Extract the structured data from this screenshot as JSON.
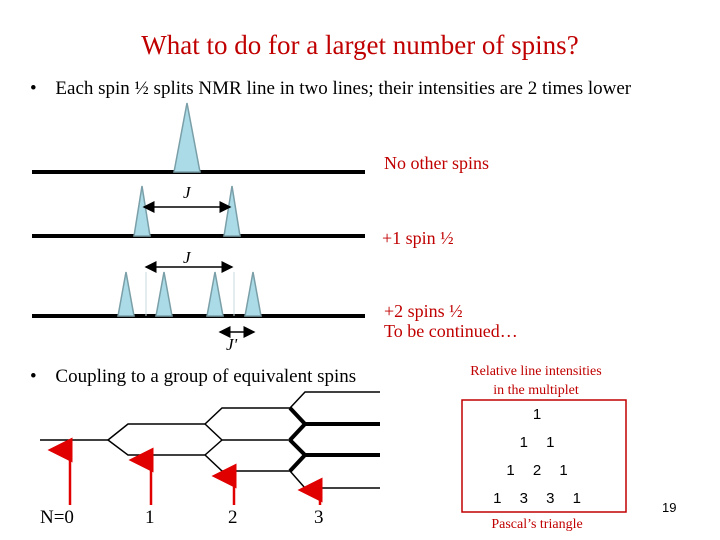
{
  "title": "What to do for a larget number of spins?",
  "bullets": [
    "Each spin ½ splits NMR line in two lines; their intensities are 2 times lower",
    "Coupling to a group of equivalent spins"
  ],
  "bullet_symbol": "•",
  "levels": {
    "no_other_spins": "No other spins",
    "one_spin": "+1 spin ½",
    "two_spins": "+2 spins ½",
    "to_be_continued": "To be continued…",
    "j_label_1": "J",
    "j_label_2": "J",
    "j_label_3": "J'"
  },
  "pascal": {
    "heading_line1": "Relative line intensities",
    "heading_line2": "in the multiplet",
    "rows": [
      "1",
      "1 1",
      "1 2 1",
      "1 3 3 1"
    ],
    "caption": "Pascal’s triangle"
  },
  "group_labels": [
    "N=0",
    "1",
    "2",
    "3"
  ],
  "page_number": "19",
  "colors": {
    "title": "#c00000",
    "peak_fill": "#aadbe6",
    "peak_stroke": "#7a9fa8",
    "box": "#c00000"
  }
}
